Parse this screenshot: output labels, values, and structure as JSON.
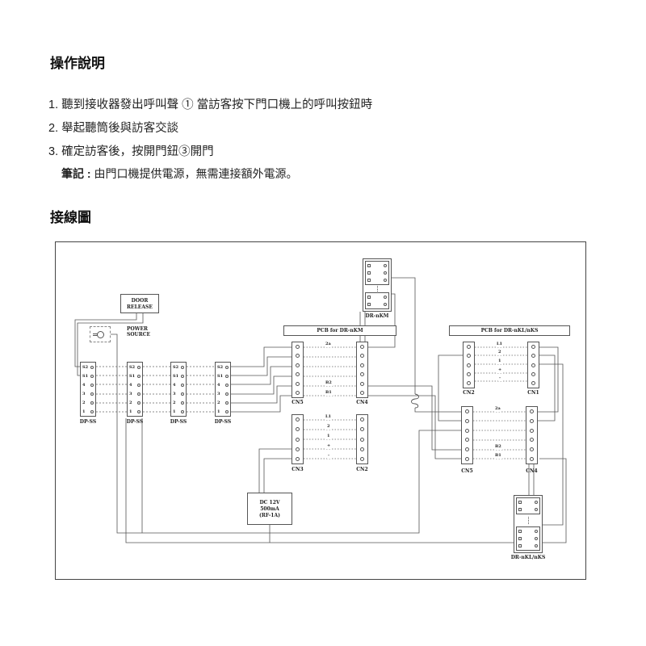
{
  "doc": {
    "title": "操作說明",
    "steps": [
      "1. 聽到接收器發出呼叫聲 ① 當訪客按下門口機上的呼叫按鈕時",
      "2. 舉起聽筒後與訪客交談",
      "3. 確定訪客後，按開門鈕③開門"
    ],
    "note_label": "筆記 :",
    "note_text": "由門口機提供電源，無需連接額外電源。",
    "wiring_title": "接線圖"
  },
  "diagram": {
    "door_release": {
      "line1": "DOOR",
      "line2": "RELEASE"
    },
    "power_source": {
      "line1": "POWER",
      "line2": "SOURCE"
    },
    "stations": {
      "pin_labels": [
        "S2",
        "S1",
        "4",
        "3",
        "2",
        "1"
      ],
      "name": "DP-SS"
    },
    "modules": {
      "door_station_top": "DR-nKM",
      "door_station_bottom": "DR-nKL/nKS"
    },
    "pcb_km": {
      "title": "PCB for DR-nKM",
      "cn_top_left": "CN5",
      "cn_top_right": "CN4",
      "top_pin_labels": [
        "2a",
        "B2",
        "B1"
      ],
      "cn_bottom_left": "CN3",
      "cn_bottom_right": "CN2",
      "bottom_pin_labels": [
        "L1",
        "2",
        "1",
        "+",
        "-"
      ]
    },
    "pcb_kl": {
      "title": "PCB for DR-nKL/nKS",
      "cn_top_left": "CN2",
      "cn_top_right": "CN1",
      "top_pin_labels": [
        "L1",
        "2",
        "1",
        "+",
        "-"
      ],
      "cn_bottom_left": "CN5",
      "cn_bottom_right": "CN4",
      "bottom_pin_labels": [
        "2a",
        "B2",
        "B1"
      ]
    },
    "power_supply": {
      "line1": "DC 12V",
      "line2": "500mA",
      "line3": "(RF-1A)"
    }
  }
}
